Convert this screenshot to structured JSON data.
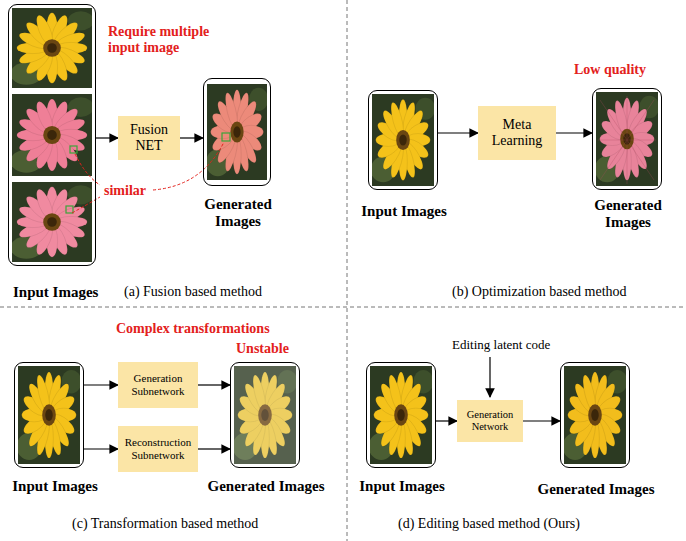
{
  "diagram": {
    "nodes": [
      {
        "text": [
          "Input Images"
        ]
      },
      {
        "text": [
          "Fusion NET"
        ]
      },
      {
        "text": [
          "Generated Images"
        ]
      },
      {
        "text": [
          "Input Images"
        ]
      },
      {
        "text": [
          "Meta Learning"
        ]
      },
      {
        "text": [
          "Generated Images"
        ]
      },
      {
        "text": [
          "Input Images"
        ]
      },
      {
        "text": [
          "Generation Subnetwork"
        ]
      },
      {
        "text": [
          "Reconstruction Subnetwork"
        ]
      },
      {
        "text": [
          "Generated Images"
        ]
      },
      {
        "text": [
          "Input Images"
        ]
      },
      {
        "text": [
          "Generation Network"
        ]
      },
      {
        "text": [
          "Generated Images"
        ]
      }
    ],
    "edges": [
      {
        "from": 0,
        "to": 1,
        "arrow": "to"
      },
      {
        "from": 1,
        "to": 2,
        "arrow": "to"
      },
      {
        "from": 3,
        "to": 4,
        "arrow": "to"
      },
      {
        "from": 4,
        "to": 5,
        "arrow": "to"
      },
      {
        "from": 6,
        "to": 7,
        "arrow": "to"
      },
      {
        "from": 6,
        "to": 8,
        "arrow": "to"
      },
      {
        "from": 7,
        "to": 9,
        "arrow": "to"
      },
      {
        "from": 8,
        "to": 9,
        "arrow": "to"
      },
      {
        "from": 10,
        "to": 11,
        "arrow": "to"
      },
      {
        "from": 11,
        "to": 12,
        "arrow": "to"
      }
    ],
    "labels": [
      "Require multiple input image",
      "similar",
      "(a) Fusion based method",
      "Low quality",
      "(b) Optimization based method",
      "Complex transformations",
      "Unstable",
      "(c) Transformation based method",
      "Editing latent code",
      "(d) Editing based method (Ours)"
    ]
  }
}
